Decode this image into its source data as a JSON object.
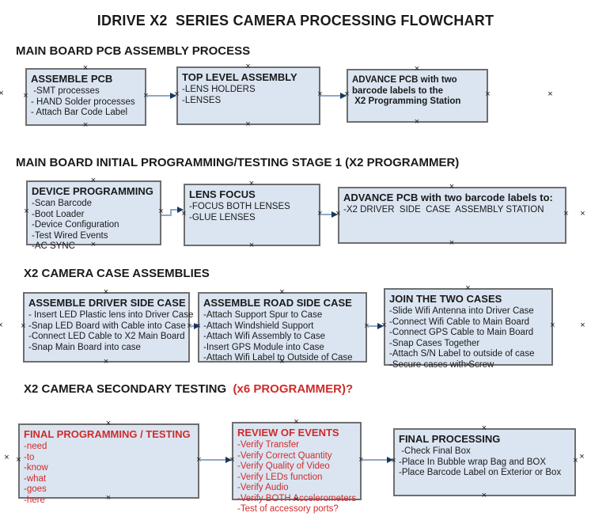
{
  "title": "IDRIVE X2  SERIES CAMERA PROCESSING FLOWCHART",
  "handle_glyph": "×",
  "colors": {
    "box_fill": "#dbe5f1",
    "box_border": "#6e6e6e",
    "text": "#1a1a1a",
    "red_text": "#cf2b2b",
    "arrow_line": "#8ea9c6",
    "arrow_head": "#17375d"
  },
  "sections": [
    {
      "heading": "MAIN BOARD PCB ASSEMBLY PROCESS",
      "heading_red": "",
      "boxes": {
        "assemble_pcb": {
          "title": "ASSEMBLE PCB",
          "items": [
            " -SMT processes",
            "- HAND Solder processes",
            "- Attach Bar Code Label"
          ]
        },
        "top_level_assembly": {
          "title": "TOP LEVEL ASSEMBLY",
          "items": [
            "-LENS HOLDERS",
            "-LENSES"
          ]
        },
        "advance_to_programming_station": {
          "title": "",
          "bold_items": true,
          "items": [
            "ADVANCE PCB with two",
            "barcode labels to the",
            " X2 Programming Station"
          ]
        }
      }
    },
    {
      "heading": "MAIN BOARD INITIAL PROGRAMMING/TESTING STAGE 1 (X2 PROGRAMMER)",
      "heading_red": "",
      "boxes": {
        "device_programming": {
          "title": "DEVICE PROGRAMMING",
          "items": [
            "-Scan Barcode",
            "-Boot Loader",
            "-Device Configuration",
            "-Test Wired Events",
            "-AC SYNC"
          ]
        },
        "lens_focus": {
          "title": "LENS FOCUS",
          "items": [
            "-FOCUS BOTH LENSES",
            "-GLUE LENSES"
          ]
        },
        "advance_to_driver_side": {
          "title": "ADVANCE PCB with two barcode labels to:",
          "items": [
            "-X2 DRIVER  SIDE  CASE  ASSEMBLY STATION"
          ]
        }
      }
    },
    {
      "heading": "X2 CAMERA CASE ASSEMBLIES",
      "heading_red": "",
      "boxes": {
        "assemble_driver_side_case": {
          "title": "ASSEMBLE DRIVER SIDE CASE",
          "items": [
            "- Insert LED Plastic lens into Driver Case",
            "-Snap LED Board with Cable into Case",
            "-Connect LED Cable to X2 Main Board",
            "-Snap Main Board into case"
          ]
        },
        "assemble_road_side_case": {
          "title": "ASSEMBLE ROAD SIDE CASE",
          "items": [
            "-Attach Support Spur to Case",
            "-Attach Windshield Support",
            "-Attach Wifi Assembly to Case",
            "-Insert GPS Module into Case",
            "-Attach Wifi Label to Outside of Case"
          ]
        },
        "join_the_two_cases": {
          "title": "JOIN THE TWO CASES",
          "items": [
            "-Slide Wifi Antenna into Driver Case",
            "-Connect Wifi Cable to Main Board",
            "-Connect GPS Cable to Main Board",
            "-Snap Cases Together",
            "-Attach S/N Label to outside of case",
            "-Secure cases with Screw"
          ]
        }
      }
    },
    {
      "heading": "X2 CAMERA SECONDARY TESTING  ",
      "heading_red": "(x6 PROGRAMMER)?",
      "boxes": {
        "final_programming_testing": {
          "title": "FINAL PROGRAMMING / TESTING",
          "red": true,
          "items": [
            "-need",
            "-to",
            "-know",
            "-what",
            "-goes",
            "-here"
          ]
        },
        "review_of_events": {
          "title": "REVIEW OF EVENTS",
          "red": true,
          "items": [
            "-Verify Transfer",
            "-Verify Correct Quantity",
            "-Verify Quality of Video",
            "-Verify LEDs function",
            "-Verify Audio",
            "-Verify BOTH Accelerometers",
            "-Test of accessory ports?"
          ]
        },
        "final_processing": {
          "title": "FINAL PROCESSING",
          "items": [
            " -Check Final Box",
            "-Place In Bubble wrap Bag and BOX",
            "-Place Barcode Label on Exterior or Box"
          ]
        }
      }
    }
  ]
}
